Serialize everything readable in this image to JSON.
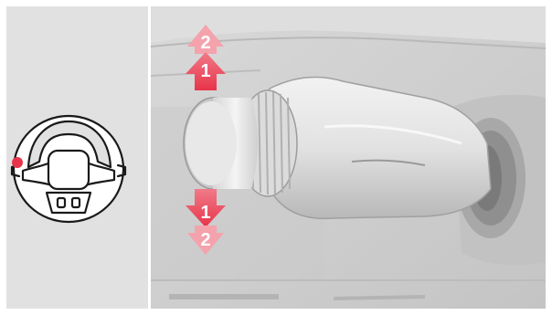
{
  "overview": {
    "steering_wheel_icon": "steering-wheel-icon",
    "position_marker_color": "#e8344a"
  },
  "callouts": {
    "color": "#e8344a",
    "up": [
      {
        "label": "2"
      },
      {
        "label": "1"
      }
    ],
    "down": [
      {
        "label": "1"
      },
      {
        "label": "2"
      }
    ]
  }
}
